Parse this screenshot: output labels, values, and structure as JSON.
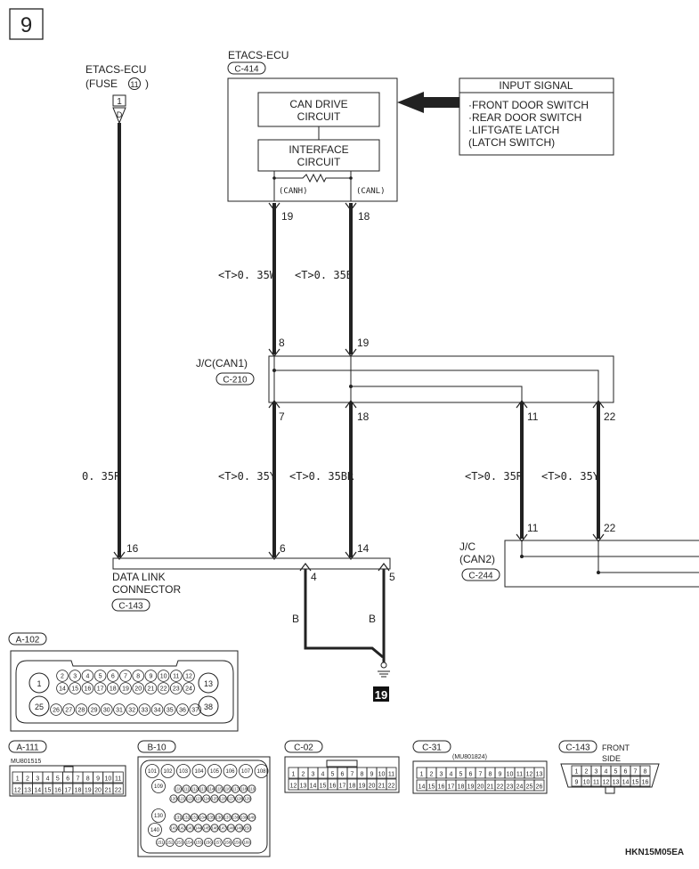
{
  "page_number": "9",
  "fuse_source": {
    "title": "ETACS-ECU",
    "fuse_label": "(FUSE",
    "fuse_num": "11",
    "close": ")",
    "pin": "1",
    "pin_letter": "D"
  },
  "ecu": {
    "title": "ETACS-ECU",
    "connector": "C-414",
    "can_drive_line1": "CAN DRIVE",
    "can_drive_line2": "CIRCUIT",
    "interface_line1": "INTERFACE",
    "interface_line2": "CIRCUIT",
    "canh": "(CANH)",
    "canl": "(CANL)"
  },
  "input_signal": {
    "title": "INPUT SIGNAL",
    "items": [
      "·FRONT DOOR SWITCH",
      "·REAR DOOR SWITCH",
      "·LIFTGATE LATCH",
      " (LATCH SWITCH)"
    ]
  },
  "pins": {
    "ecu_canh": "19",
    "ecu_canl": "18",
    "jc1_in_h": "8",
    "jc1_in_l": "19",
    "jc1_out_h": "7",
    "jc1_out_l": "18",
    "jc1_out_r": "11",
    "jc1_out_y": "22",
    "jc2_r": "11",
    "jc2_y": "22",
    "dlc_16": "16",
    "dlc_6": "6",
    "dlc_14": "14",
    "dlc_4": "4",
    "dlc_5": "5"
  },
  "wires": {
    "w1": "<T>0. 35W",
    "w2": "<T>0. 35B",
    "w3": "0. 35R",
    "w4": "<T>0. 35Y",
    "w5": "<T>0. 35BR",
    "w6": "<T>0. 35R",
    "w7": "<T>0. 35Y",
    "g1": "B",
    "g2": "B"
  },
  "jc1": {
    "title": "J/C(CAN1)",
    "connector": "C-210"
  },
  "jc2": {
    "title1": "J/C",
    "title2": "(CAN2)",
    "connector": "C-244"
  },
  "dlc": {
    "title1": "DATA LINK",
    "title2": "CONNECTOR",
    "connector": "C-143"
  },
  "ground": {
    "number": "19"
  },
  "connectors": {
    "a102": {
      "label": "A-102",
      "big": [
        "1",
        "13",
        "25",
        "38"
      ]
    },
    "a111": {
      "label": "A-111",
      "part": "MU801515"
    },
    "b10": {
      "label": "B-10"
    },
    "c02": {
      "label": "C-02"
    },
    "c31": {
      "label": "C-31",
      "part": "(MU801824)"
    },
    "c143": {
      "label": "C-143",
      "side1": "FRONT",
      "side2": "SIDE"
    }
  },
  "figure_code": "HKN15M05EA"
}
